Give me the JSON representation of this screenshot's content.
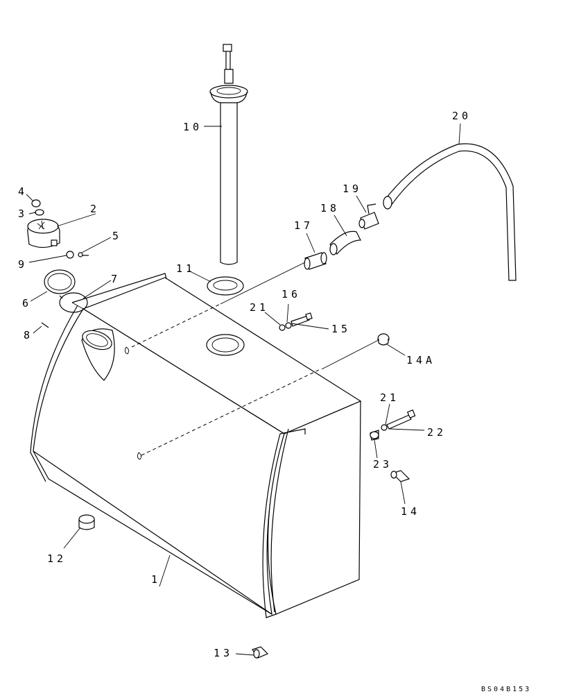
{
  "callouts": {
    "c1": "1",
    "c2": "2",
    "c3": "3",
    "c4": "4",
    "c5": "5",
    "c6": "6",
    "c7": "7",
    "c8": "8",
    "c9": "9",
    "c10": "10",
    "c11": "11",
    "c12": "12",
    "c13": "13",
    "c14": "14",
    "c14a": "14A",
    "c15": "15",
    "c16": "16",
    "c17": "17",
    "c18": "18",
    "c19": "19",
    "c20": "20",
    "c21a": "21",
    "c21b": "21",
    "c22": "22",
    "c23": "23"
  },
  "drawing_code": "BS04B153"
}
